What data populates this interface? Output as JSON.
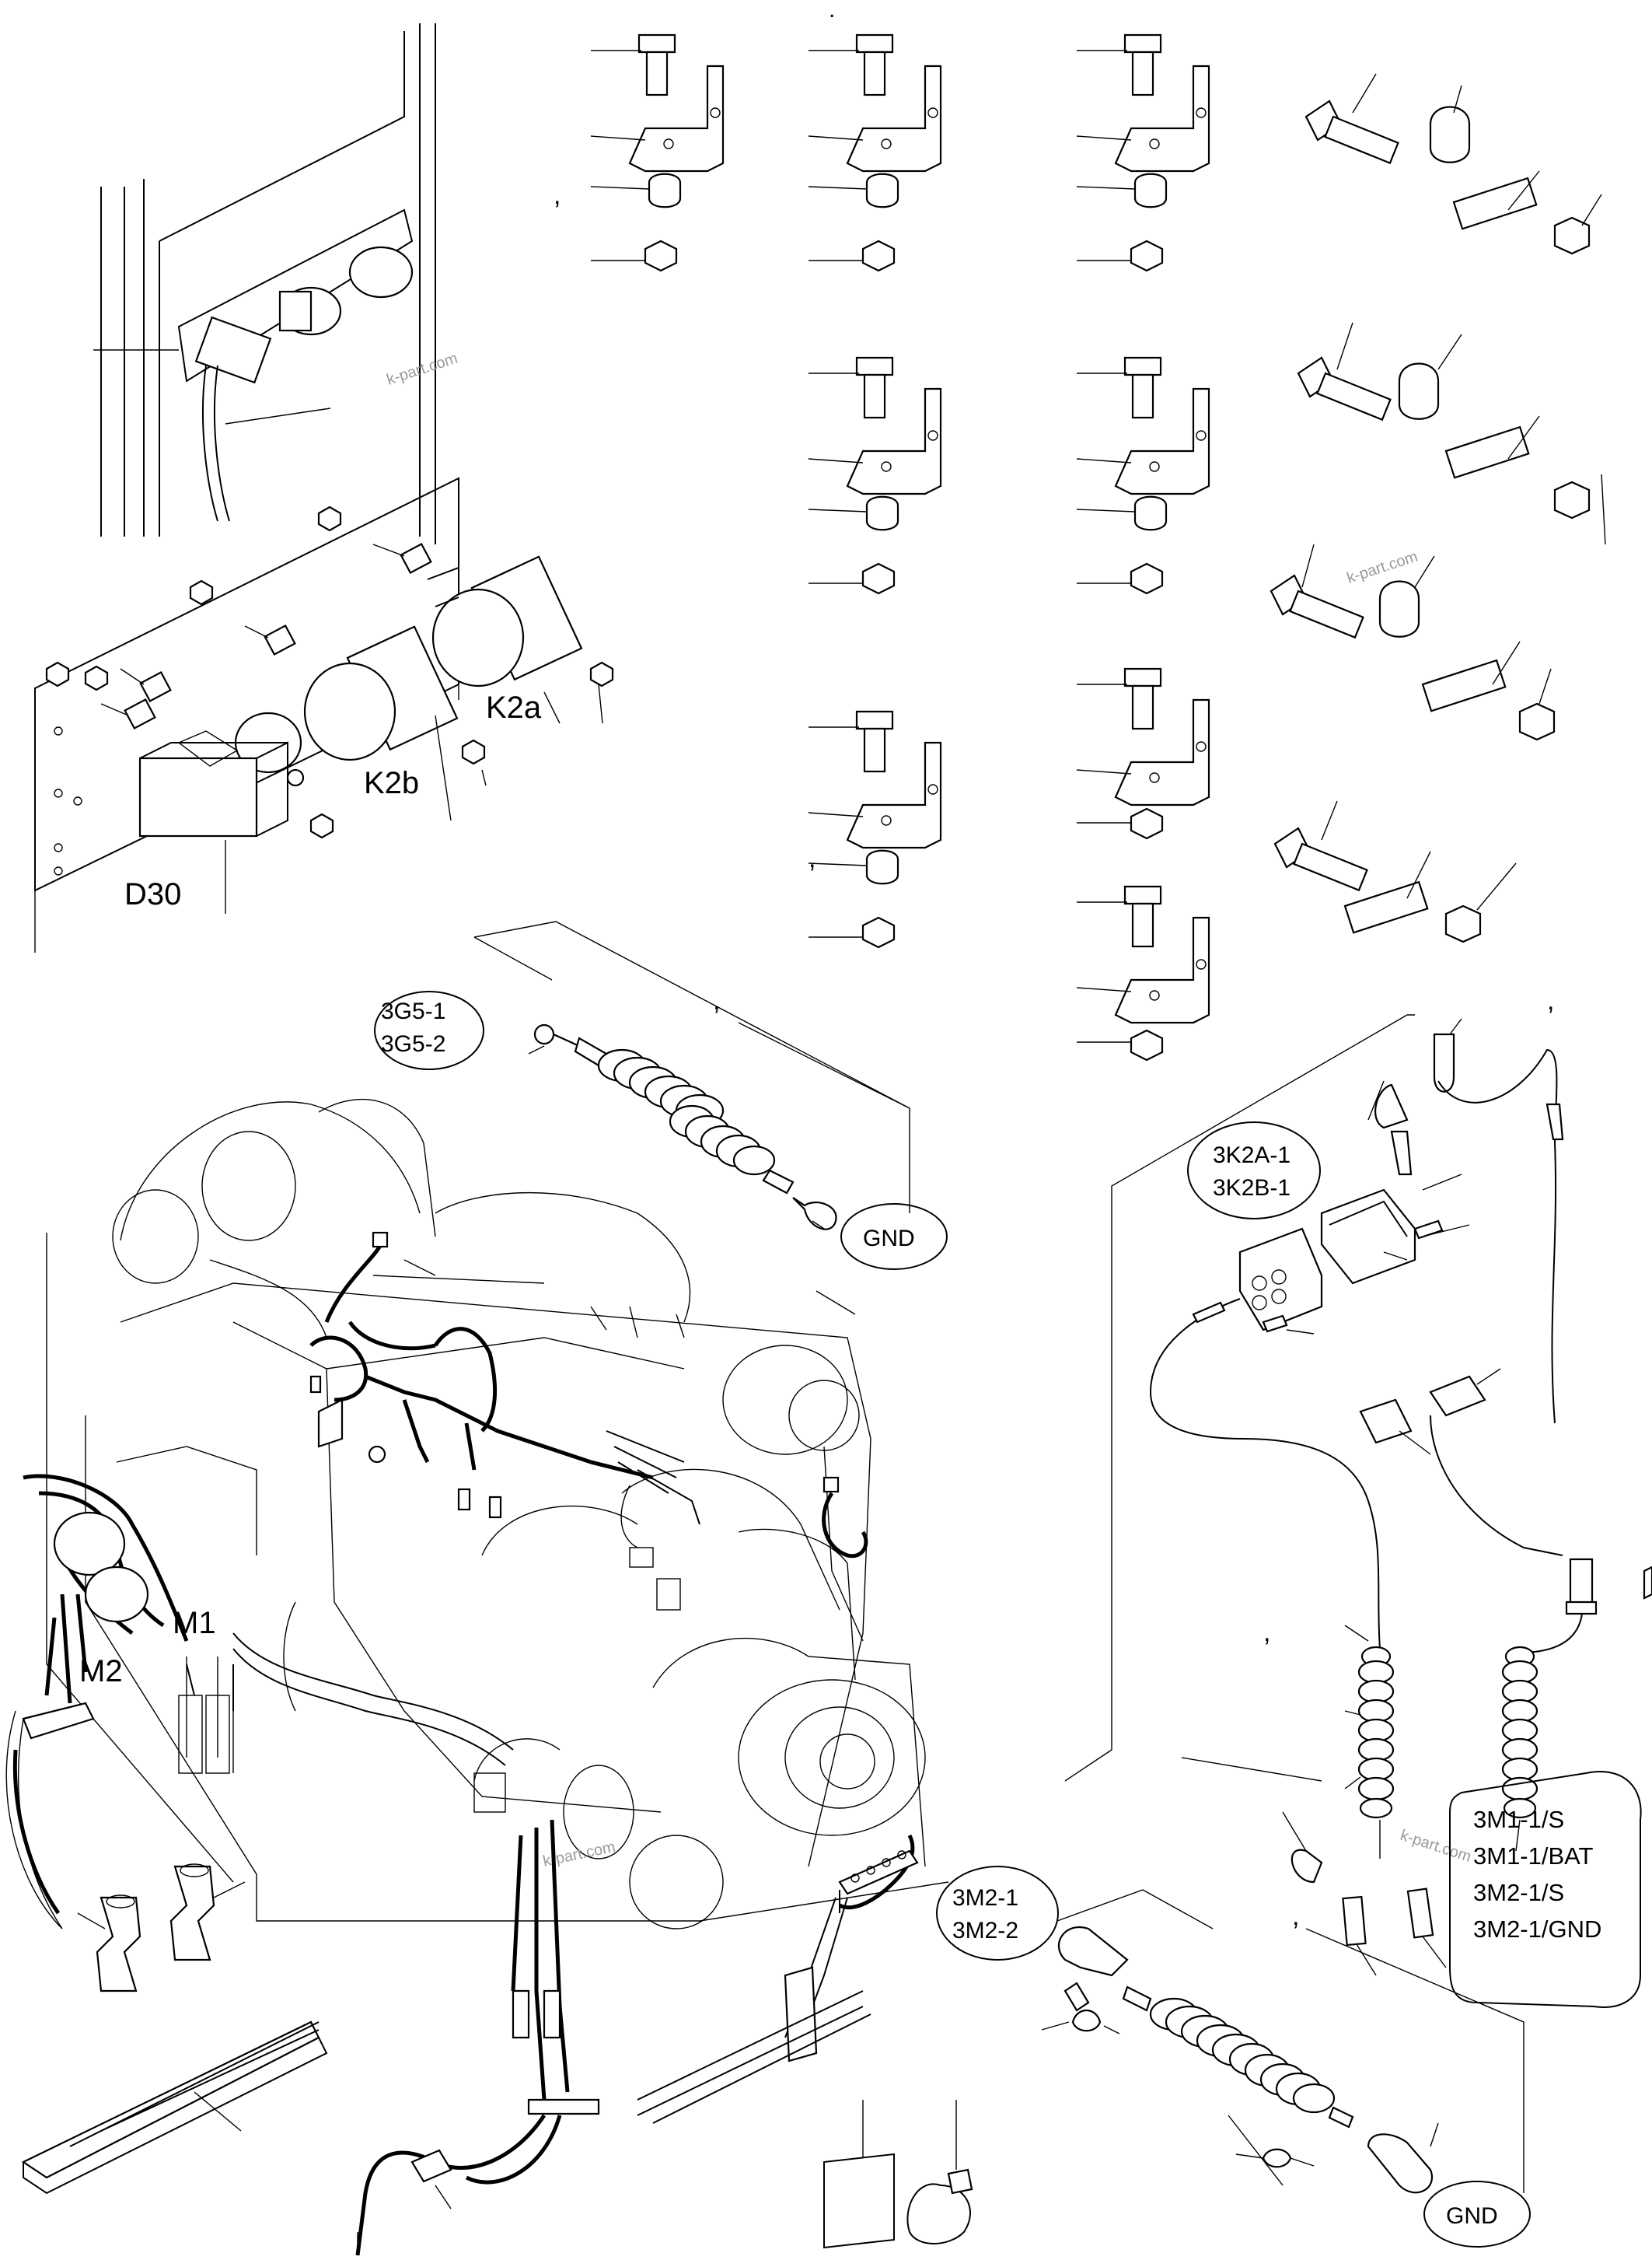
{
  "labels": {
    "k2a": "K2a",
    "k2b": "K2b",
    "d30": "D30",
    "m1": "M1",
    "m2": "M2",
    "g5_1": "3G5-1",
    "g5_2": "3G5-2",
    "gnd_top": "GND",
    "k2a_1": "3K2A-1",
    "k2b_1": "3K2B-1",
    "m1_s": "3M1-1/S",
    "m1_bat": "3M1-1/BAT",
    "m2_s": "3M2-1/S",
    "m2_gnd": "3M2-1/GND",
    "m2_1": "3M2-1",
    "m2_2": "3M2-2",
    "gnd_bottom": "GND"
  },
  "watermark": "k-part.com",
  "tick_mark": ",",
  "dot_mark": "."
}
